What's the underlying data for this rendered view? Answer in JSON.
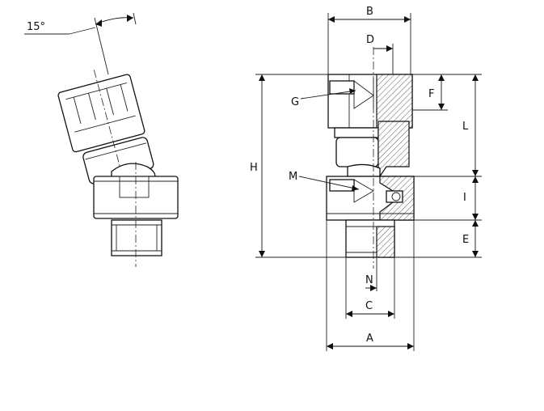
{
  "angle_label": "15°",
  "dimensions": {
    "A": "A",
    "B": "B",
    "C": "C",
    "D": "D",
    "E": "E",
    "F": "F",
    "G": "G",
    "H": "H",
    "I": "I",
    "L": "L",
    "M": "M",
    "N": "N"
  }
}
